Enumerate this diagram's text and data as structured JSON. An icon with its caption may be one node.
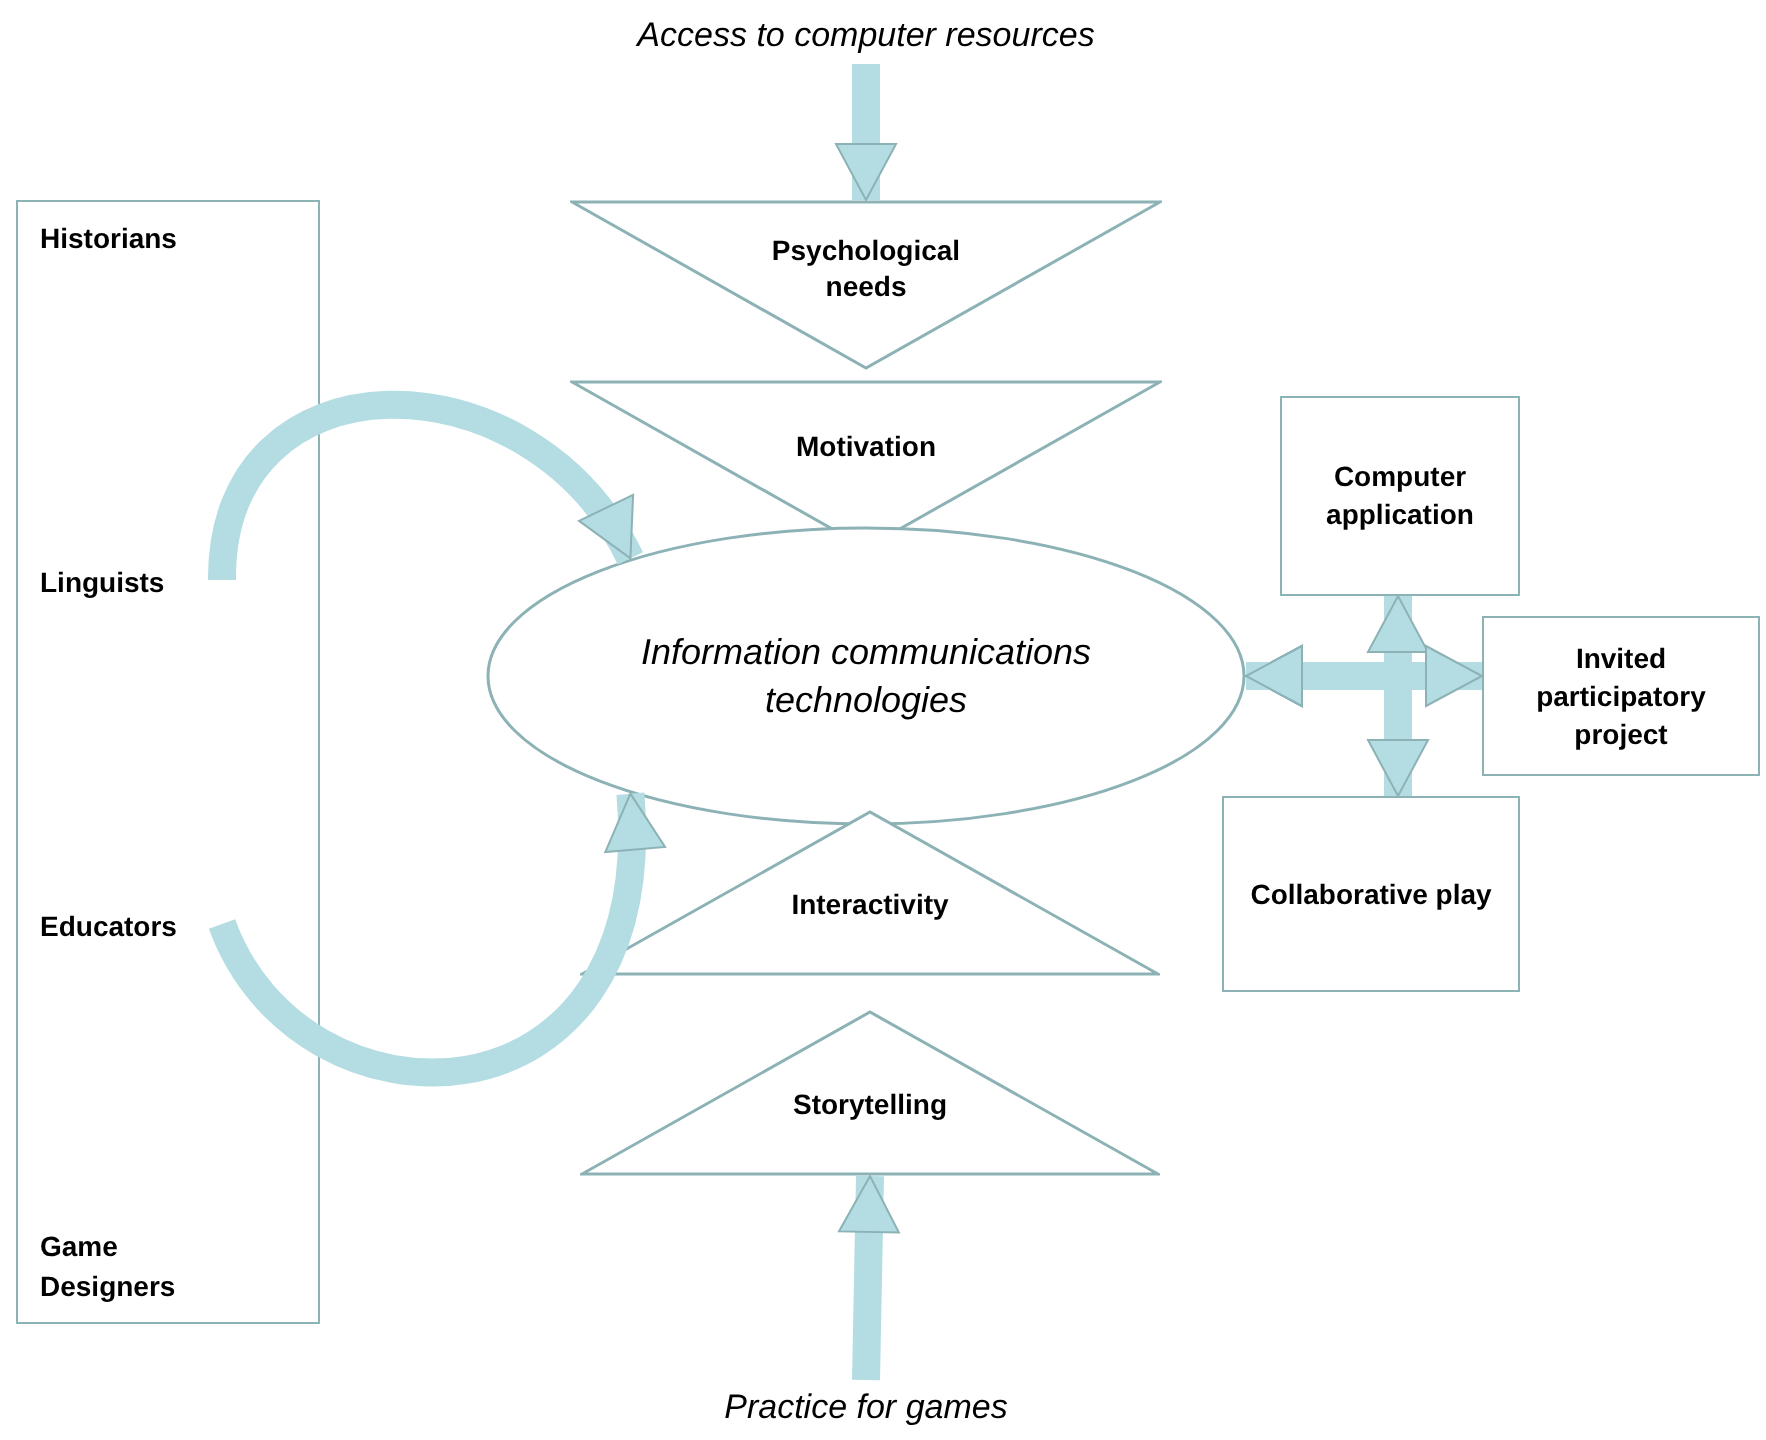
{
  "diagram": {
    "nodes": [
      {
        "text": [
          "Access to computer resources"
        ]
      },
      {
        "text": [
          "Psychological needs"
        ]
      },
      {
        "text": [
          "Motivation"
        ]
      },
      {
        "text": [],
        "shape": "box"
      },
      {
        "text": [
          "Historians"
        ],
        "in": 3
      },
      {
        "text": [
          "Linguists"
        ],
        "in": 3
      },
      {
        "text": [
          "Educators"
        ],
        "in": 3
      },
      {
        "text": [
          "Game Designers"
        ],
        "in": 3
      },
      {
        "text": [
          "Information communications technologies"
        ]
      },
      {
        "text": [
          "Interactivity"
        ]
      },
      {
        "text": [
          "Storytelling"
        ]
      },
      {
        "text": [
          "Practice for games"
        ]
      },
      {
        "text": [
          "Computer application"
        ]
      },
      {
        "text": [
          "Invited participatory project"
        ]
      },
      {
        "text": [
          "Collaborative play"
        ]
      }
    ],
    "edges": [
      {
        "from": 0,
        "to": 1,
        "arrow": "to"
      },
      {
        "from": 11,
        "to": 10,
        "arrow": "to"
      },
      {
        "from": 5,
        "to": 8,
        "arrow": "to"
      },
      {
        "from": 6,
        "to": 8,
        "arrow": "to"
      },
      {
        "from": 8,
        "to": 12,
        "arrow": "both"
      },
      {
        "from": 8,
        "to": 13,
        "arrow": "both"
      },
      {
        "from": 8,
        "to": 14,
        "arrow": "both"
      }
    ]
  }
}
